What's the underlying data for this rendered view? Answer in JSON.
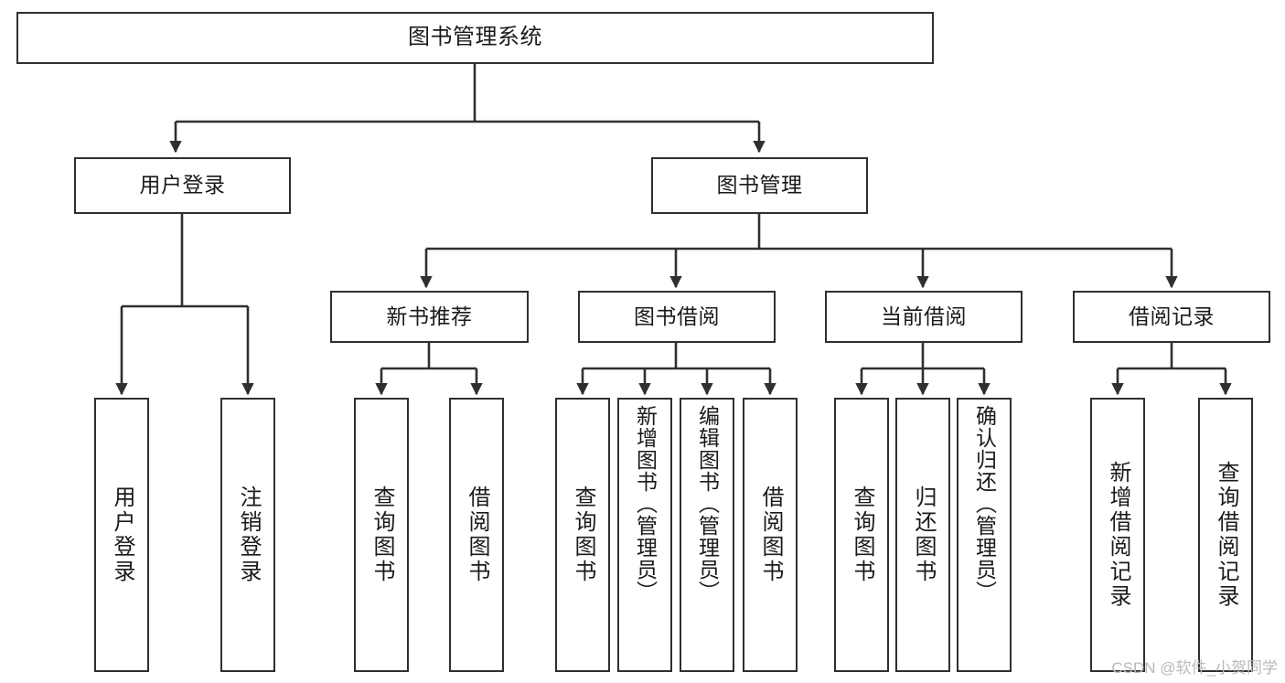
{
  "diagram": {
    "type": "tree-hierarchy",
    "orientation": "top-down",
    "background_color": "#ffffff",
    "line_color": "#2f2f2f",
    "text_color": "#1a1a1a",
    "root": {
      "id": "root",
      "label": "图书管理系统"
    },
    "level2": [
      {
        "id": "user-login",
        "label": "用户登录"
      },
      {
        "id": "book-manage",
        "label": "图书管理"
      }
    ],
    "level3": [
      {
        "id": "new-book-recommend",
        "label": "新书推荐",
        "parent": "book-manage"
      },
      {
        "id": "book-borrow",
        "label": "图书借阅",
        "parent": "book-manage"
      },
      {
        "id": "current-borrow",
        "label": "当前借阅",
        "parent": "book-manage"
      },
      {
        "id": "borrow-record",
        "label": "借阅记录",
        "parent": "book-manage"
      }
    ],
    "leaves": {
      "user-login": [
        {
          "id": "leaf-user-login",
          "label": "用户登录"
        },
        {
          "id": "leaf-logout",
          "label": "注销登录"
        }
      ],
      "new-book-recommend": [
        {
          "id": "leaf-query-book-1",
          "label": "查询图书"
        },
        {
          "id": "leaf-borrow-book-1",
          "label": "借阅图书"
        }
      ],
      "book-borrow": [
        {
          "id": "leaf-query-book-2",
          "label": "查询图书"
        },
        {
          "id": "leaf-add-book",
          "label": "新增图书（管理员）"
        },
        {
          "id": "leaf-edit-book",
          "label": "编辑图书（管理员）"
        },
        {
          "id": "leaf-borrow-book-2",
          "label": "借阅图书"
        }
      ],
      "current-borrow": [
        {
          "id": "leaf-query-book-3",
          "label": "查询图书"
        },
        {
          "id": "leaf-return-book",
          "label": "归还图书"
        },
        {
          "id": "leaf-confirm-return",
          "label": "确认归还（管理员）"
        }
      ],
      "borrow-record": [
        {
          "id": "leaf-add-record",
          "label": "新增借阅记录"
        },
        {
          "id": "leaf-query-record",
          "label": "查询借阅记录"
        }
      ]
    }
  },
  "watermark": {
    "text": "CSDN @软件_小贺同学"
  }
}
